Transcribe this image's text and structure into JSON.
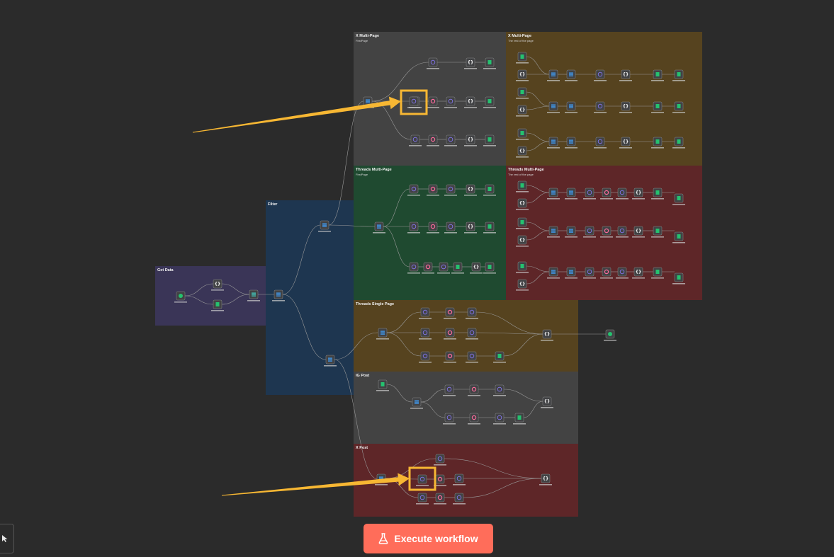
{
  "canvas": {
    "background": "#2b2b2b"
  },
  "sticky_notes": [
    {
      "id": "get-data",
      "title": "Get Data",
      "subtitle": "",
      "color": "#3a3557"
    },
    {
      "id": "filter",
      "title": "Filter",
      "subtitle": "",
      "color": "#1e3650"
    },
    {
      "id": "x-multi-first",
      "title": "X Multi-Page",
      "subtitle": "FirstPage",
      "color": "#434343"
    },
    {
      "id": "x-multi-rest",
      "title": "X Multi-Page",
      "subtitle": "The rest of the page",
      "color": "#56431f"
    },
    {
      "id": "threads-multi-first",
      "title": "Threads Multi-Page",
      "subtitle": "FirstPage",
      "color": "#1f4a30"
    },
    {
      "id": "threads-multi-rest",
      "title": "Threads Multi-Page",
      "subtitle": "The rest of the page",
      "color": "#5e2628"
    },
    {
      "id": "threads-single",
      "title": "Threads Single Page",
      "subtitle": "",
      "color": "#56431f"
    },
    {
      "id": "ig-post",
      "title": "IG Post",
      "subtitle": "",
      "color": "#434343"
    },
    {
      "id": "x-post",
      "title": "X Post",
      "subtitle": "",
      "color": "#5e2628"
    }
  ],
  "highlight_color": "#f7b733",
  "execute_button": {
    "label": "Execute workflow",
    "icon": "flask-icon",
    "color": "#ff6d5a"
  },
  "pointer_tool": {
    "icon": "cursor-icon"
  }
}
